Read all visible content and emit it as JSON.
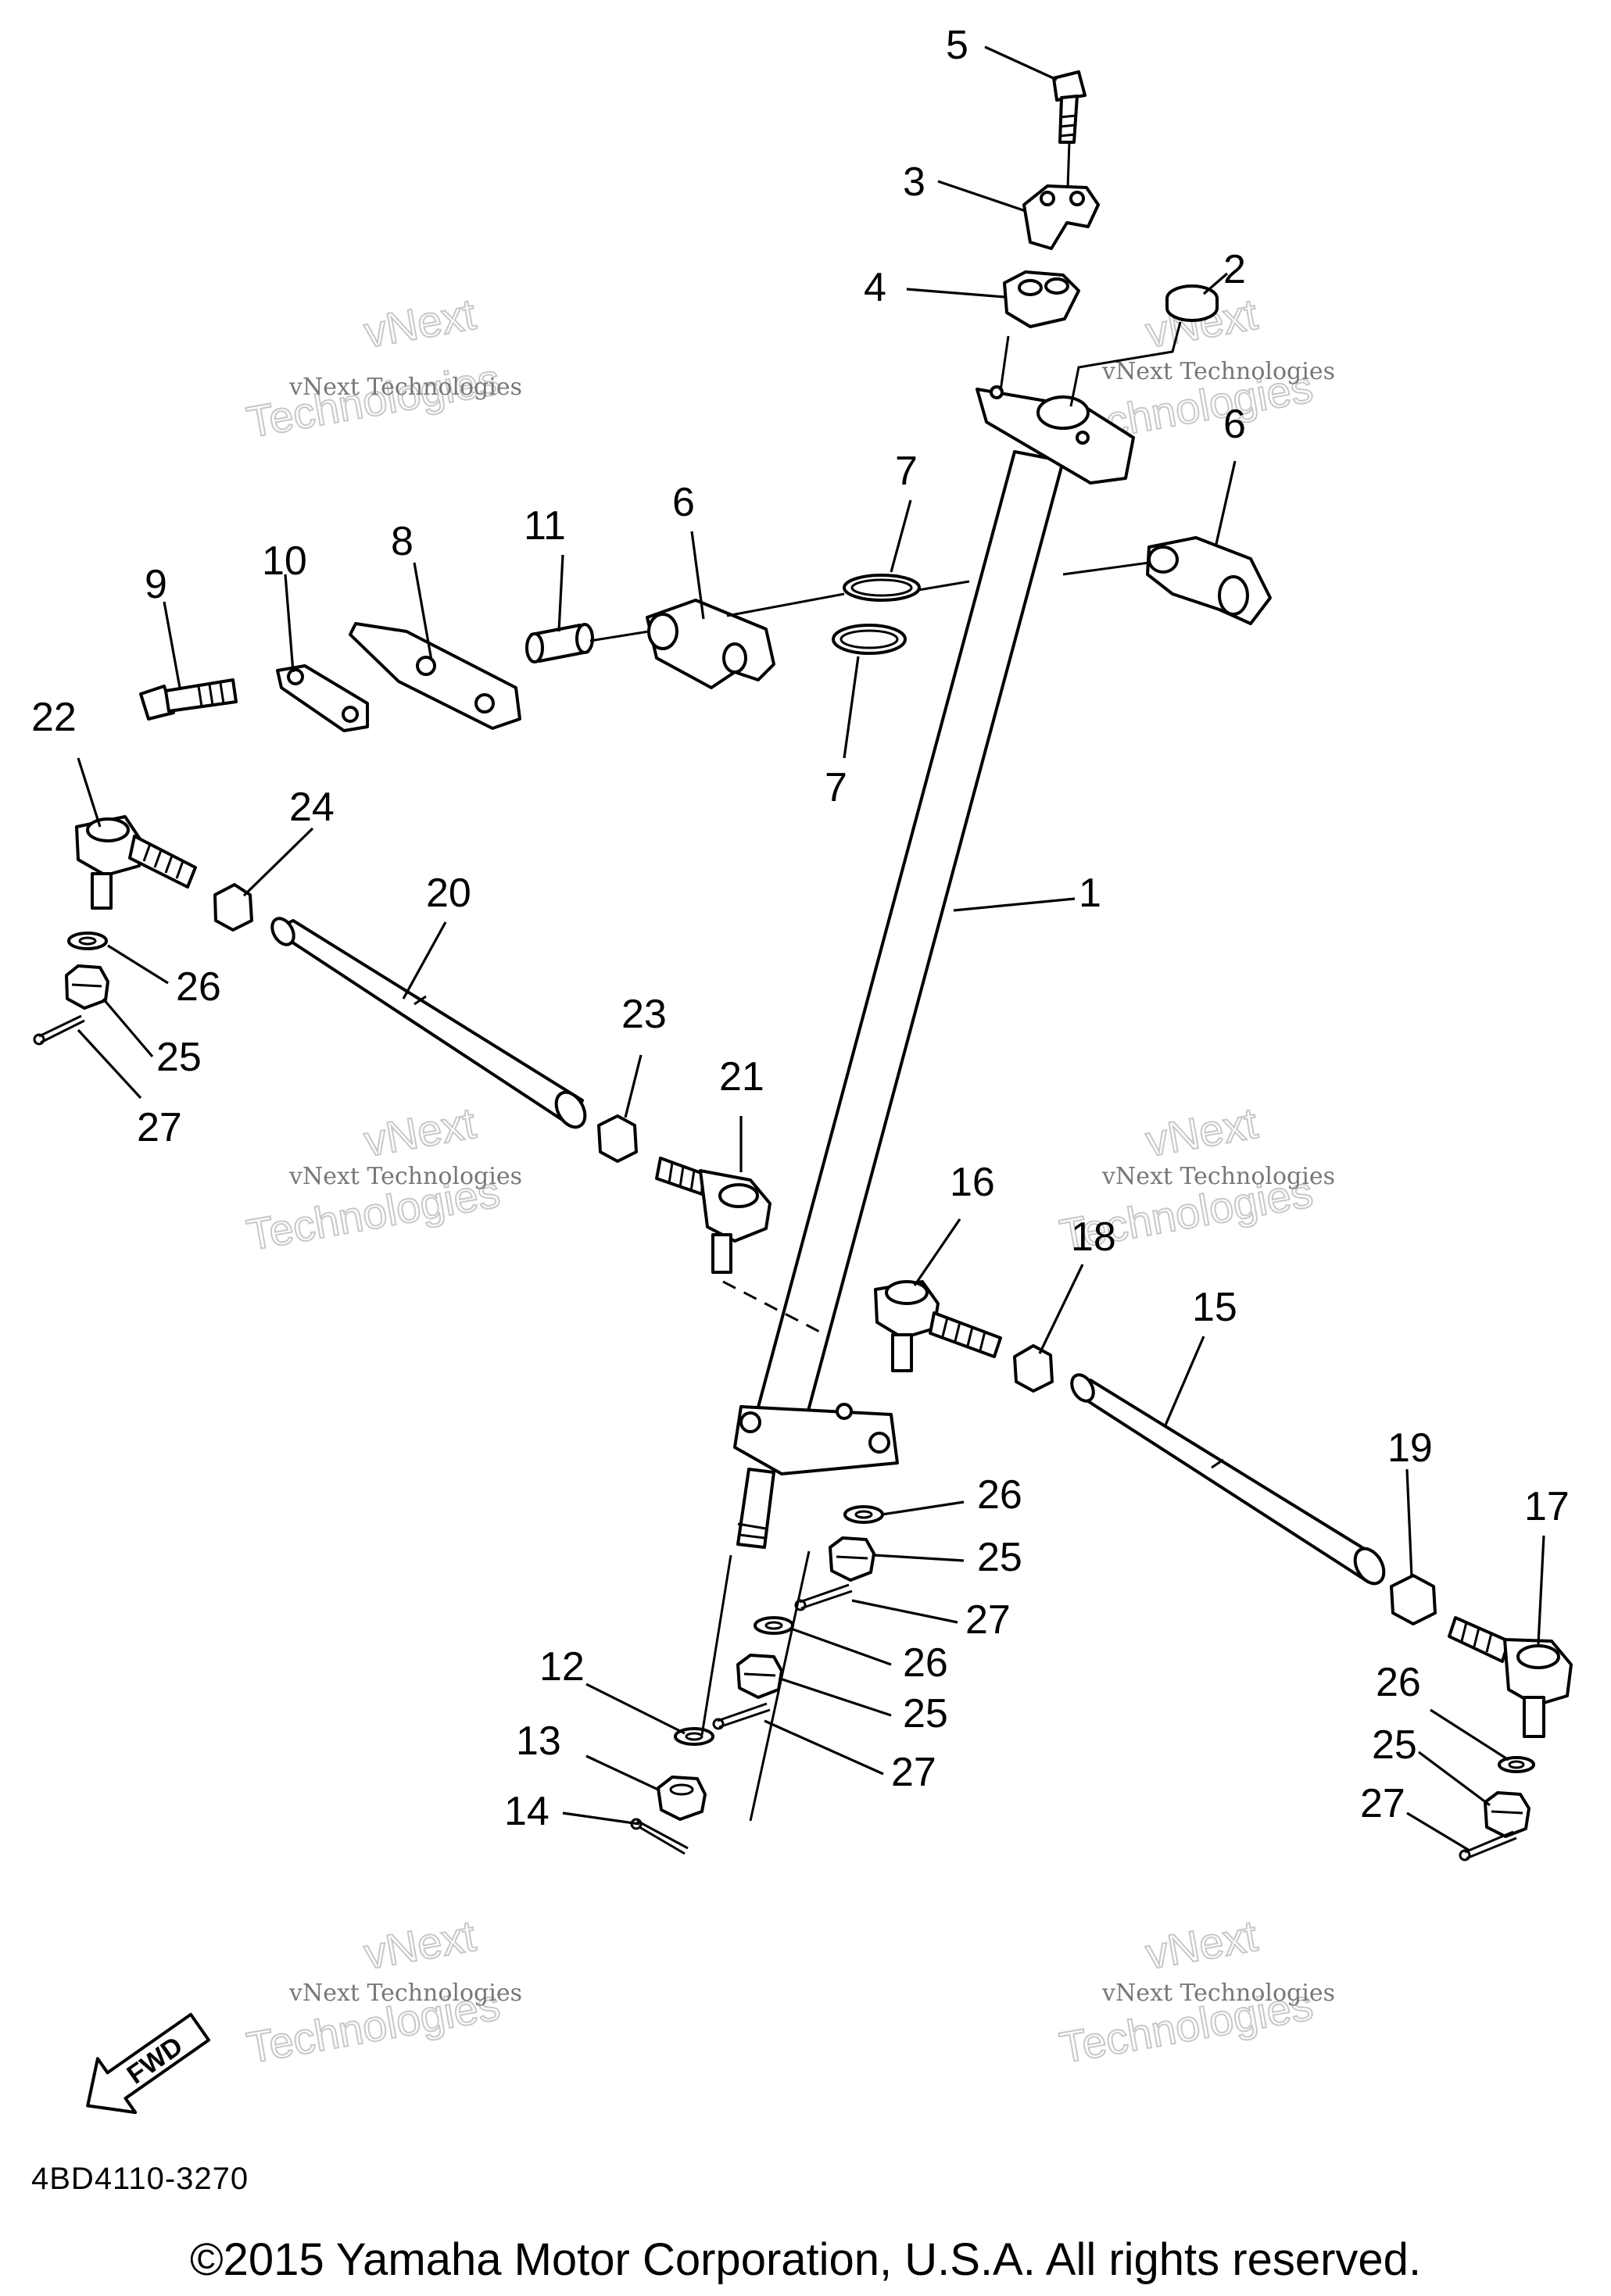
{
  "diagram": {
    "callouts": {
      "c1": "1",
      "c2": "2",
      "c3": "3",
      "c4": "4",
      "c5": "5",
      "c6a": "6",
      "c6b": "6",
      "c7a": "7",
      "c7b": "7",
      "c8": "8",
      "c9": "9",
      "c10": "10",
      "c11": "11",
      "c12": "12",
      "c13": "13",
      "c14": "14",
      "c15": "15",
      "c16": "16",
      "c17": "17",
      "c18": "18",
      "c19": "19",
      "c20": "20",
      "c21": "21",
      "c22": "22",
      "c23": "23",
      "c24": "24",
      "c25a": "25",
      "c25b": "25",
      "c25c": "25",
      "c25d": "25",
      "c26a": "26",
      "c26b": "26",
      "c26c": "26",
      "c26d": "26",
      "c27a": "27",
      "c27b": "27",
      "c27c": "27",
      "c27d": "27"
    },
    "fwd_label": "FWD",
    "diagram_code": "4BD4110-3270"
  },
  "watermark": {
    "line1": "vNext Technologies",
    "line2": "vNext",
    "line3": "Technologies"
  },
  "footer": {
    "copyright": "©2015 Yamaha Motor Corporation, U.S.A. All rights reserved."
  }
}
